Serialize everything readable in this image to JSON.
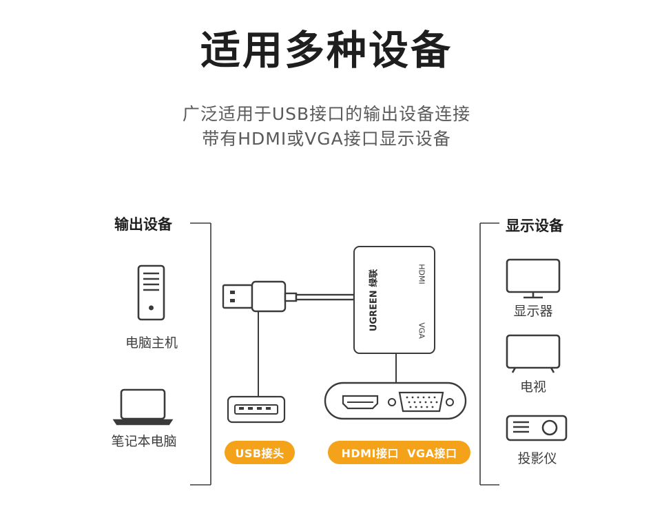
{
  "title": "适用多种设备",
  "subtitle_line1": "广泛适用于USB接口的输出设备连接",
  "subtitle_line2": "带有HDMI或VGA接口显示设备",
  "left_section": {
    "title": "输出设备",
    "devices": [
      {
        "label": "电脑主机",
        "icon": "desktop-tower-icon"
      },
      {
        "label": "笔记本电脑",
        "icon": "laptop-icon"
      }
    ]
  },
  "right_section": {
    "title": "显示设备",
    "devices": [
      {
        "label": "显示器",
        "icon": "monitor-icon"
      },
      {
        "label": "电视",
        "icon": "tv-icon"
      },
      {
        "label": "投影仪",
        "icon": "projector-icon"
      }
    ]
  },
  "adapter": {
    "brand": "UGREEN 绿联",
    "port_hdmi": "HDMI",
    "port_vga": "VGA"
  },
  "badges": {
    "usb": "USB接头",
    "ports": "HDMI接口  VGA接口"
  },
  "colors": {
    "accent": "#f5a21b",
    "line": "#3a3a3a",
    "title": "#1e1e1e"
  }
}
